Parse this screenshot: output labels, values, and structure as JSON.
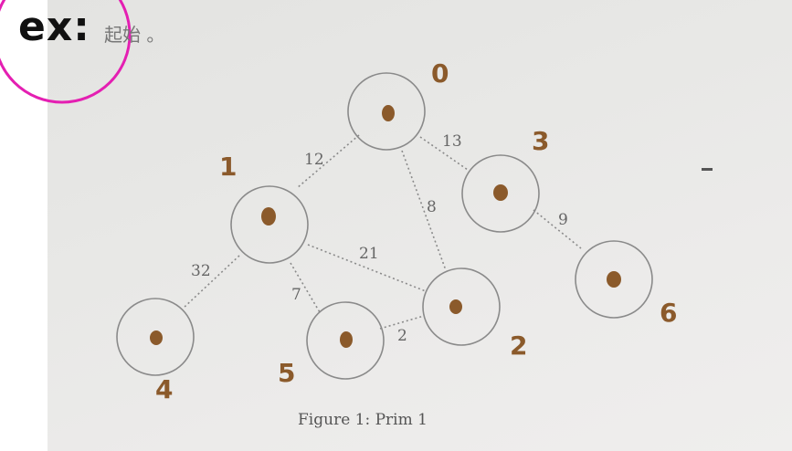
{
  "annotation": {
    "ex_label": "ex:",
    "start_text": "起始 。"
  },
  "figure": {
    "caption": "Figure 1: Prim 1"
  },
  "nodes": [
    {
      "id": "a",
      "label": "0"
    },
    {
      "id": "b",
      "label": "1"
    },
    {
      "id": "d",
      "label": "3"
    },
    {
      "id": "e",
      "label": "2"
    },
    {
      "id": "f",
      "label": "4"
    },
    {
      "id": "g",
      "label": "5"
    },
    {
      "id": "c",
      "label": "6"
    }
  ],
  "edges": [
    {
      "from": "a",
      "to": "b",
      "weight": "12"
    },
    {
      "from": "a",
      "to": "d",
      "weight": "13"
    },
    {
      "from": "a",
      "to": "e",
      "weight": "8"
    },
    {
      "from": "d",
      "to": "c",
      "weight": "9"
    },
    {
      "from": "b",
      "to": "e",
      "weight": "21"
    },
    {
      "from": "b",
      "to": "f",
      "weight": "32"
    },
    {
      "from": "b",
      "to": "g",
      "weight": "7"
    },
    {
      "from": "g",
      "to": "e",
      "weight": "2"
    }
  ],
  "colors": {
    "ink": "#8b5a2b",
    "circle": "#8a8a8a",
    "edge": "#8a8a8a",
    "highlight": "#e41fb2"
  }
}
